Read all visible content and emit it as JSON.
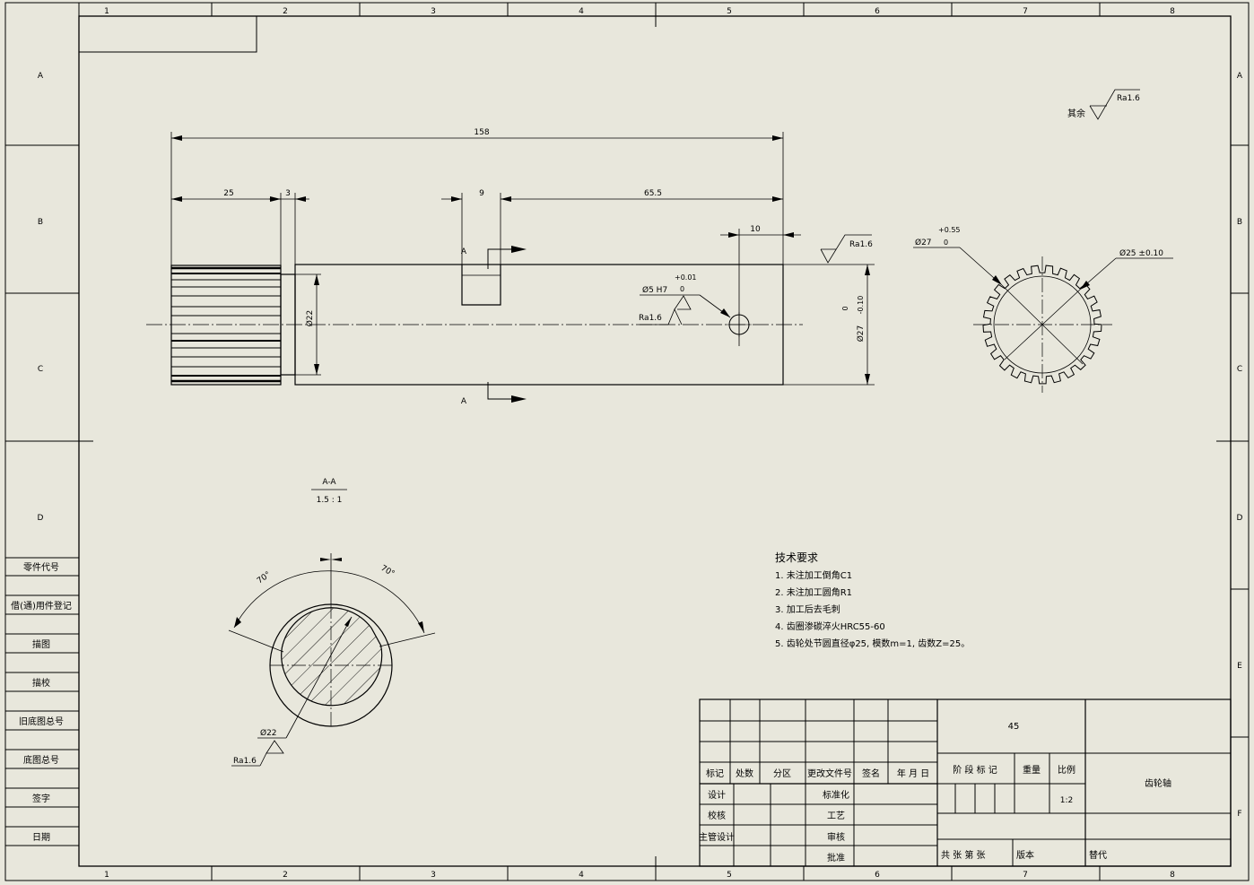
{
  "border": {
    "columns": [
      "1",
      "2",
      "3",
      "4",
      "5",
      "6",
      "7",
      "8"
    ],
    "rows": [
      "A",
      "B",
      "C",
      "D",
      "E",
      "F"
    ]
  },
  "side_panel": [
    "零件代号",
    "借(通)用件登记",
    "描图",
    "描校",
    "旧底图总号",
    "底图总号",
    "签字",
    "日期"
  ],
  "dims": {
    "overall": "158",
    "gear_len": "25",
    "gap": "3",
    "slot_w": "9",
    "right_len": "65.5",
    "hole_pos": "10",
    "dia_small": "Ø22",
    "dia_main": "Ø27",
    "dia_main_tol_upper": "0",
    "dia_main_tol_lower": "-0.10",
    "hole": "Ø5 H7",
    "hole_tol_upper": "+0.01",
    "hole_tol_lower": "0",
    "ra1": "Ra1.6",
    "ra2": "Ra1.6",
    "ra3": "Ra1.6",
    "ra_other": "Ra1.6",
    "ra_other_label": "其余",
    "gear_od": "Ø27",
    "gear_od_tol_upper": "+0.55",
    "gear_od_tol_lower": "0",
    "gear_root": "Ø25 ±0.10",
    "section_dia": "Ø22",
    "section_ra": "Ra1.6",
    "angle_left": "70°",
    "angle_right": "70°"
  },
  "markers": {
    "a_top": "A",
    "a_bottom": "A"
  },
  "section": {
    "title": "A-A",
    "scale": "1.5 : 1"
  },
  "notes": {
    "title": "技术要求",
    "items": [
      "1. 未注加工倒角C1",
      "2. 未注加工圆角R1",
      "3. 加工后去毛刺",
      "4. 齿圈渗碳淬火HRC55-60",
      "5. 齿轮处节圆直径φ25, 模数m=1, 齿数Z=25。"
    ]
  },
  "title_block": {
    "material": "45",
    "part_name": "齿轮轴",
    "scale_label": "比例",
    "scale_value": "1:2",
    "weight_label": "重量",
    "stage_label": "阶 段 标 记",
    "headers": [
      "标记",
      "处数",
      "分区",
      "更改文件号",
      "签名",
      "年 月 日"
    ],
    "roles_left": [
      "设计",
      "校核",
      "主管设计"
    ],
    "roles_right": [
      "标准化",
      "工艺",
      "审核",
      "批准"
    ],
    "bottom": [
      "共  张  第  张",
      "版本",
      "替代"
    ]
  }
}
